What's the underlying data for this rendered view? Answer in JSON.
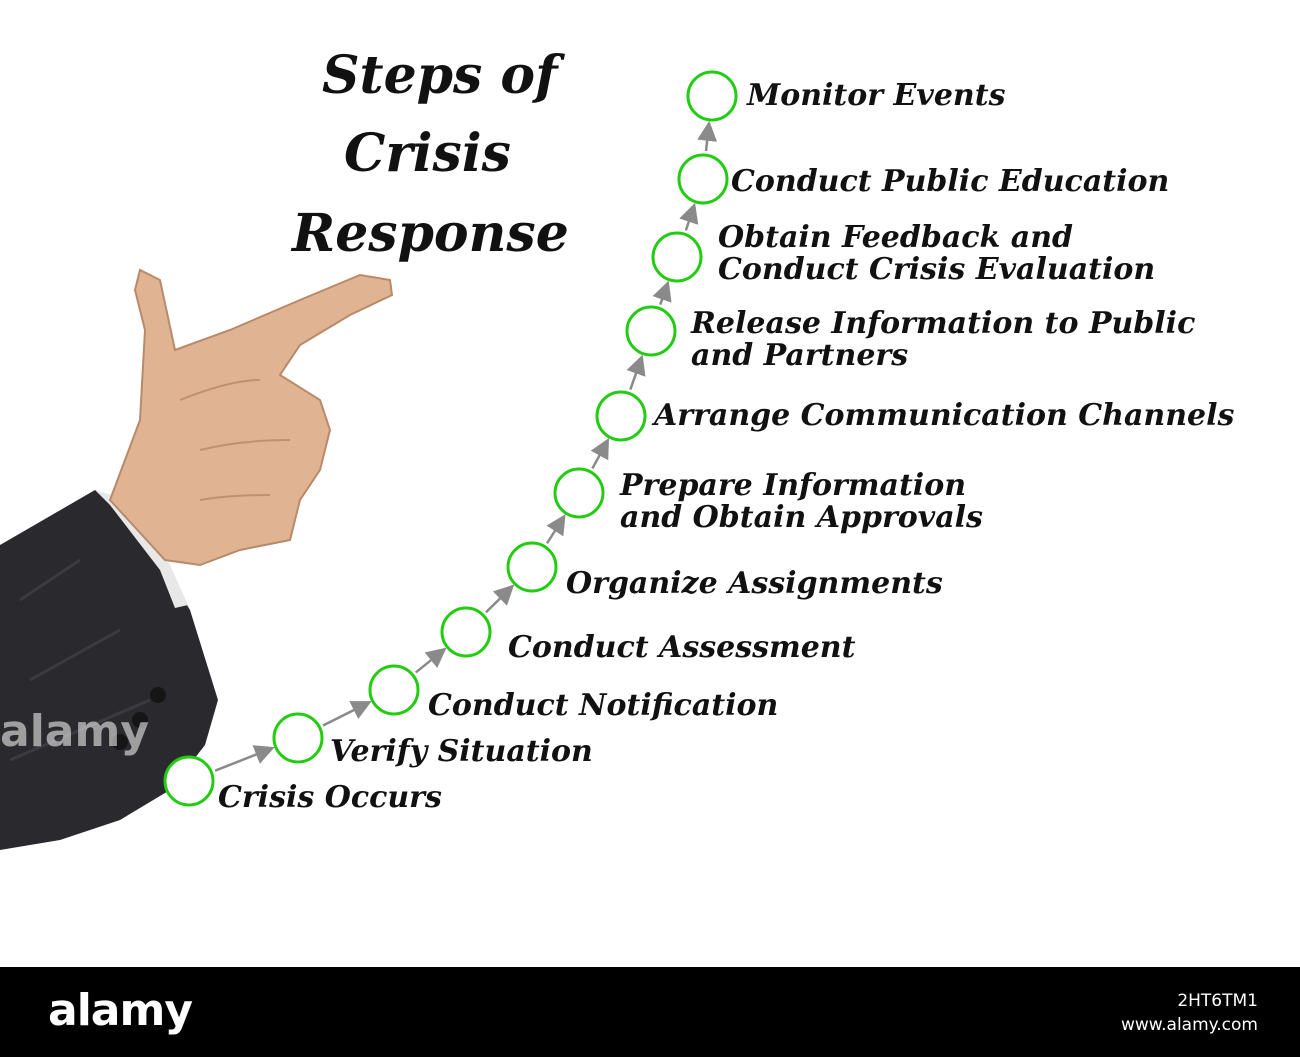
{
  "title": [
    "Steps of",
    "Crisis",
    "Response"
  ],
  "steps": [
    {
      "lines": [
        "Crisis Occurs"
      ]
    },
    {
      "lines": [
        "Verify Situation"
      ]
    },
    {
      "lines": [
        "Conduct Notification"
      ]
    },
    {
      "lines": [
        "Conduct Assessment"
      ]
    },
    {
      "lines": [
        "Organize Assignments"
      ]
    },
    {
      "lines": [
        "Prepare Information",
        "and Obtain Approvals"
      ]
    },
    {
      "lines": [
        "Arrange Communication Channels"
      ]
    },
    {
      "lines": [
        "Release Information to Public",
        "and Partners"
      ]
    },
    {
      "lines": [
        "Obtain Feedback and",
        "Conduct Crisis Evaluation"
      ]
    },
    {
      "lines": [
        "Conduct Public Education"
      ]
    },
    {
      "lines": [
        "Monitor Events"
      ]
    }
  ],
  "colors": {
    "circle": "#22cc11",
    "arrow": "#8a8a8a",
    "text": "#111111"
  },
  "watermark": "alamy",
  "footer": {
    "logo": "alamy",
    "image_id": "2HT6TM1",
    "site": "www.alamy.com"
  }
}
